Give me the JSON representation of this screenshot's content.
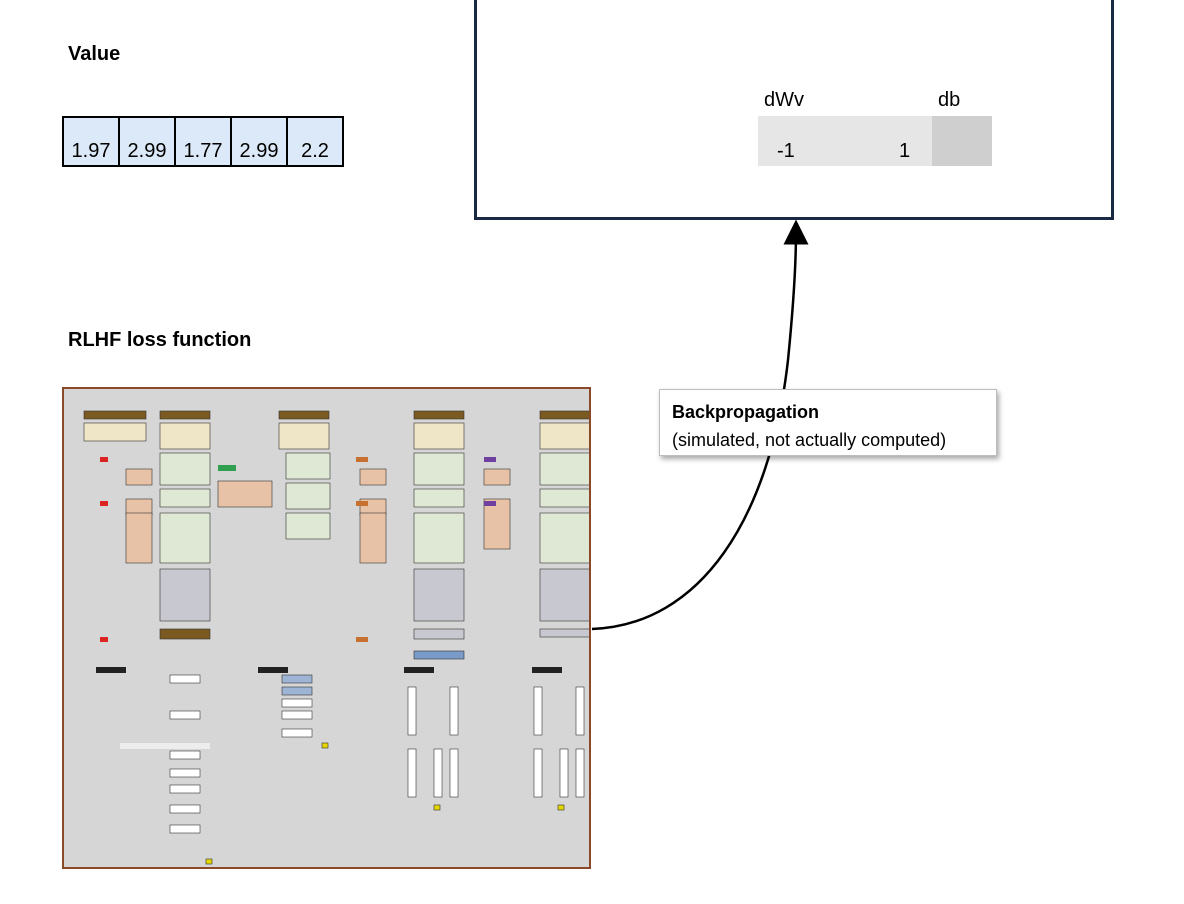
{
  "value_section": {
    "title": "Value",
    "cells": [
      "1.97",
      "2.99",
      "1.77",
      "2.99",
      "2.2"
    ]
  },
  "gradients": {
    "dwv_label": "dWv",
    "db_label": "db",
    "dwv_values": [
      "-1",
      "1"
    ]
  },
  "loss_section": {
    "title": "RLHF loss function"
  },
  "callout": {
    "title": "Backpropagation",
    "subtitle": "(simulated, not actually computed)"
  },
  "colors": {
    "panel_border": "#1b2a44",
    "value_cell_bg": "#dce9f8",
    "dwv_bg": "#e6e6e6",
    "db_bg": "#d0cfd0",
    "thumbnail_border": "#8a4a2a",
    "thumbnail_bg": "#d6d6d6"
  }
}
